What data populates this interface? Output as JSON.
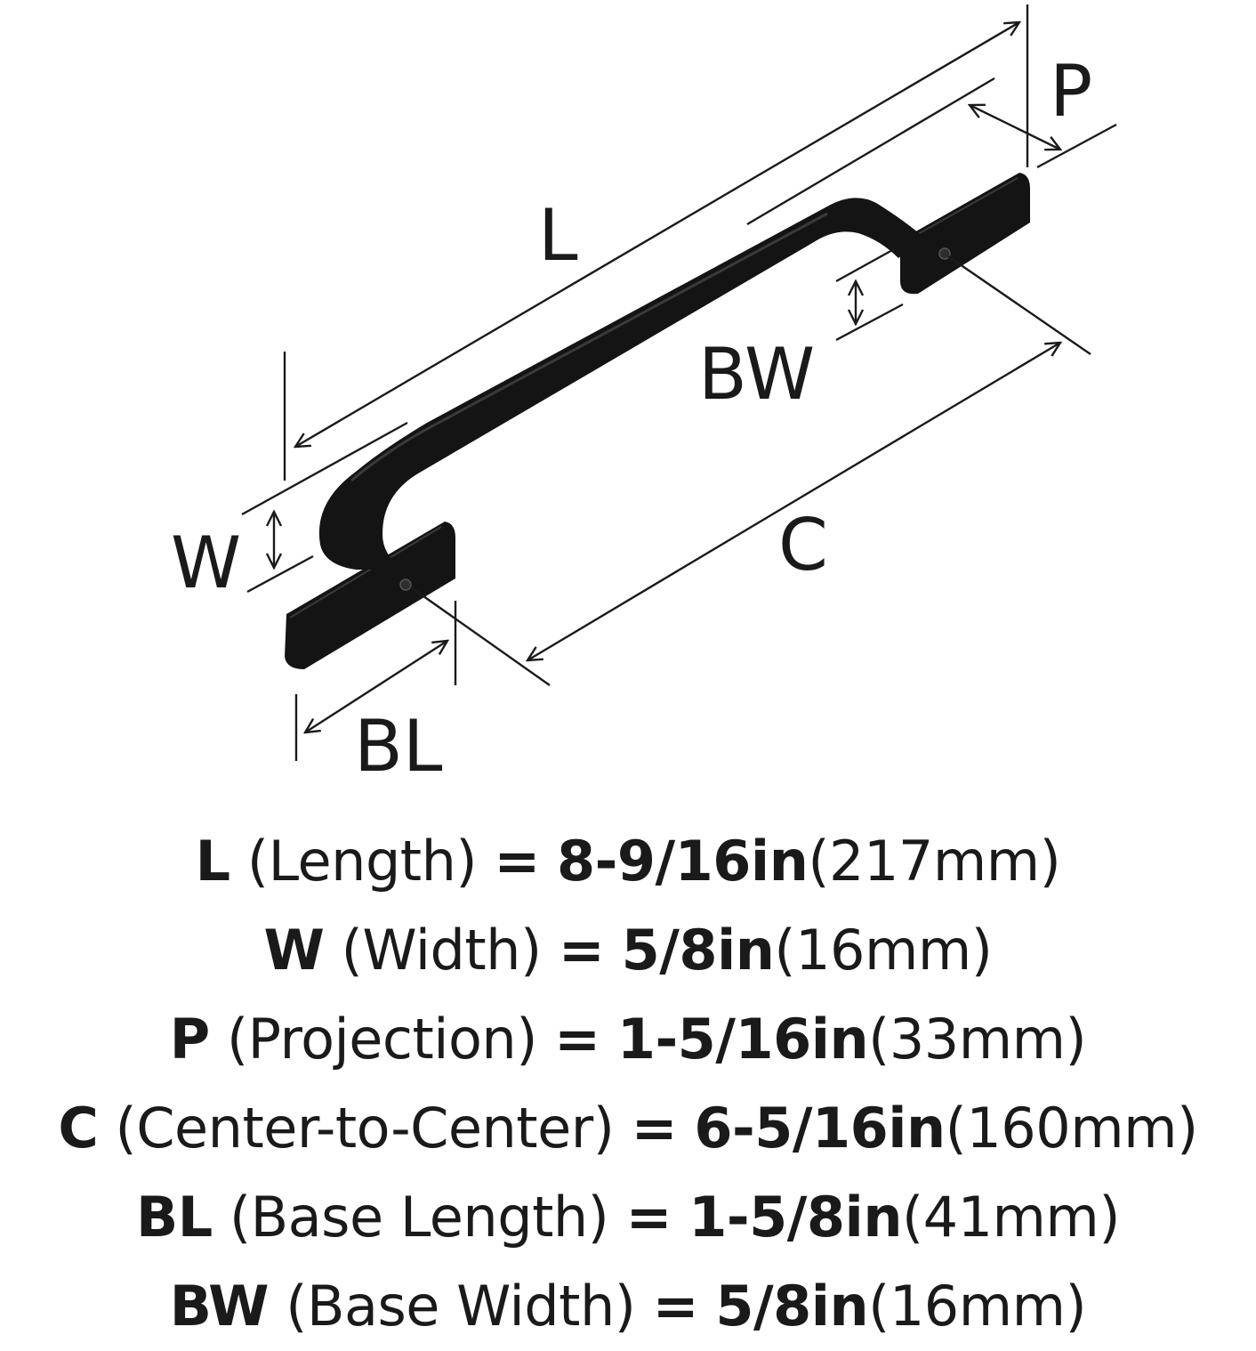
{
  "diagram": {
    "labels": {
      "L": "L",
      "P": "P",
      "BW": "BW",
      "W": "W",
      "C": "C",
      "BL": "BL"
    },
    "colors": {
      "ink": "#1a1a1a",
      "handle": "#141414",
      "handle_highlight": "#3a3a3a"
    }
  },
  "specs": [
    {
      "code": "L",
      "name": "(Length)",
      "eq": "=",
      "imperial": "8-9/16in",
      "metric": "(217mm)"
    },
    {
      "code": "W",
      "name": "(Width)",
      "eq": "=",
      "imperial": "5/8in",
      "metric": "(16mm)"
    },
    {
      "code": "P",
      "name": "(Projection)",
      "eq": "=",
      "imperial": "1-5/16in",
      "metric": "(33mm)"
    },
    {
      "code": "C",
      "name": "(Center-to-Center)",
      "eq": "=",
      "imperial": "6-5/16in",
      "metric": "(160mm)"
    },
    {
      "code": "BL",
      "name": "(Base Length)",
      "eq": "=",
      "imperial": "1-5/8in",
      "metric": "(41mm)"
    },
    {
      "code": "BW",
      "name": "(Base Width)",
      "eq": "=",
      "imperial": "5/8in",
      "metric": "(16mm)"
    }
  ]
}
